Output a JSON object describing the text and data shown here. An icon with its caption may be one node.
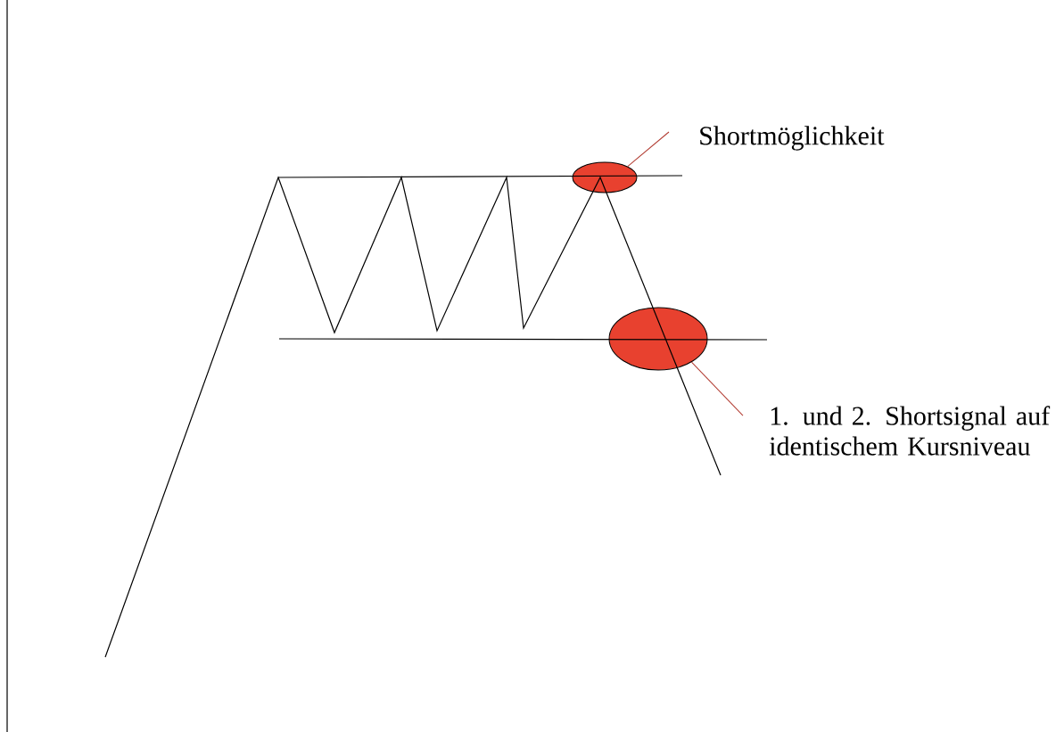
{
  "diagram": {
    "nodes": [
      {
        "text": [
          "Shortmöglichkeit"
        ]
      },
      {
        "text": [],
        "shape": "ellipse"
      },
      {
        "text": [],
        "shape": "ellipse"
      },
      {
        "text": [
          "1. und 2. Shortsignal auf identischem Kursniveau"
        ]
      }
    ],
    "edges": [
      {
        "from": 0,
        "to": 1,
        "arrow": "none"
      },
      {
        "from": 3,
        "to": 2,
        "arrow": "none"
      }
    ]
  }
}
